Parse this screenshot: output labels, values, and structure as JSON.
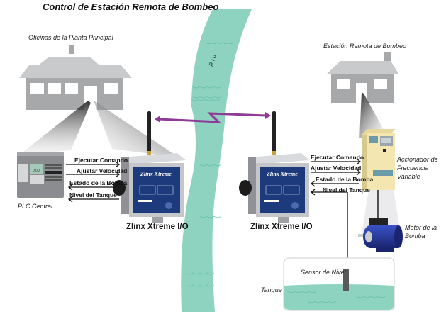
{
  "title": "Control de Estación Remota de Bombeo",
  "river": {
    "label": "R í o",
    "color": "#8dd3c0"
  },
  "colors": {
    "building": "#a7a8aa",
    "roof": "#c9cacc",
    "radio_link": "#8e3a96",
    "water": "#8dd3c0",
    "device_panel": "#1d3a7c",
    "vfd": "#f3e6b0",
    "motor": "#2a3f9e"
  },
  "main_plant": {
    "label": "Oficinas de la Planta Principal",
    "plc_label": "PLC Central"
  },
  "remote_station": {
    "label": "Estación Remota de Bombeo",
    "vfd_label": "Accionador de Frecuencia Variable",
    "motor_label": "Motor de la Bomba",
    "sensor_label": "Sensor de Nivel",
    "tank_label": "Tanque"
  },
  "devices": {
    "left_label": "Zlinx Xtreme I/O",
    "right_label": "Zlinx Xtreme I/O",
    "brand_text": "Zlinx Xtreme"
  },
  "signals_left": [
    {
      "label": "Ejecutar Comando",
      "direction": "right"
    },
    {
      "label": "Ajustar Velocidad",
      "direction": "right"
    },
    {
      "label": "Estado de la Bomba",
      "direction": "left"
    },
    {
      "label": "Nivel del Tanque",
      "direction": "left"
    }
  ],
  "signals_right": [
    {
      "label": "Ejecutar Comando",
      "direction": "right"
    },
    {
      "label": "Ajustar Velocidad",
      "direction": "right"
    },
    {
      "label": "Estado de la Bomba",
      "direction": "left"
    },
    {
      "label": "Nivel del Tanque",
      "direction": "left"
    }
  ]
}
